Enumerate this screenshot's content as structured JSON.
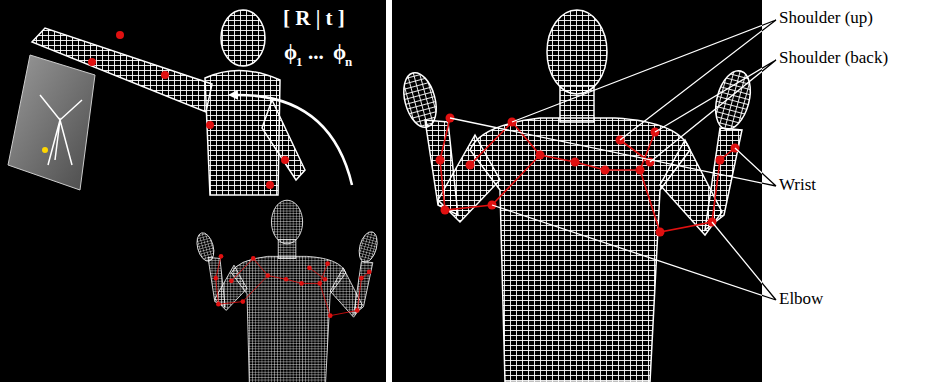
{
  "diagram": {
    "labels": [
      "[ R | t ]",
      "ϕ",
      "1",
      "...",
      "ϕ",
      "n",
      "Shoulder (up)",
      "Shoulder (back)",
      "Wrist",
      "Elbow"
    ]
  }
}
